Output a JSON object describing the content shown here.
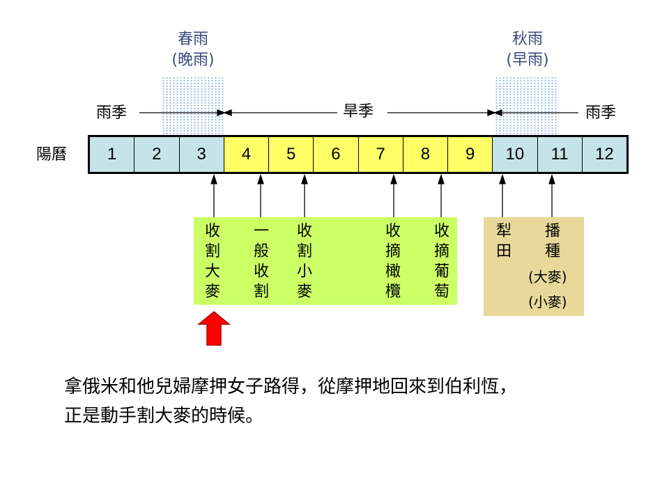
{
  "seasons": {
    "spring_rain": {
      "line1": "春雨",
      "line2": "(晚雨)"
    },
    "autumn_rain": {
      "line1": "秋雨",
      "line2": "(早雨)"
    },
    "rainy_left": "雨季",
    "dry": "旱季",
    "rainy_right": "雨季"
  },
  "calendar_label": "陽曆",
  "months": [
    "1",
    "2",
    "3",
    "4",
    "5",
    "6",
    "7",
    "8",
    "9",
    "10",
    "11",
    "12"
  ],
  "month_colors": {
    "rainy": "#c6e4e8",
    "dry": "#ffff66"
  },
  "harvest_box": {
    "color": "#ccff66",
    "columns": [
      {
        "chars": [
          "收",
          "割",
          "大",
          "麥"
        ]
      },
      {
        "chars": [
          "一",
          "般",
          "收",
          "割"
        ]
      },
      {
        "chars": [
          "收",
          "割",
          "小",
          "麥"
        ]
      },
      {
        "chars": [
          "收",
          "摘",
          "橄",
          "欖"
        ]
      },
      {
        "chars": [
          "收",
          "摘",
          "葡",
          "萄"
        ]
      }
    ]
  },
  "sowing_box": {
    "color": "#e8d89a",
    "plow": [
      "犁",
      "田"
    ],
    "sow": [
      "播",
      "種"
    ],
    "barley": "(大麥)",
    "wheat": "(小麥)"
  },
  "caption": {
    "line1": "拿俄米和他兒婦摩押女子路得，從摩押地回來到伯利恆，",
    "line2": "正是動手割大麥的時候。"
  }
}
